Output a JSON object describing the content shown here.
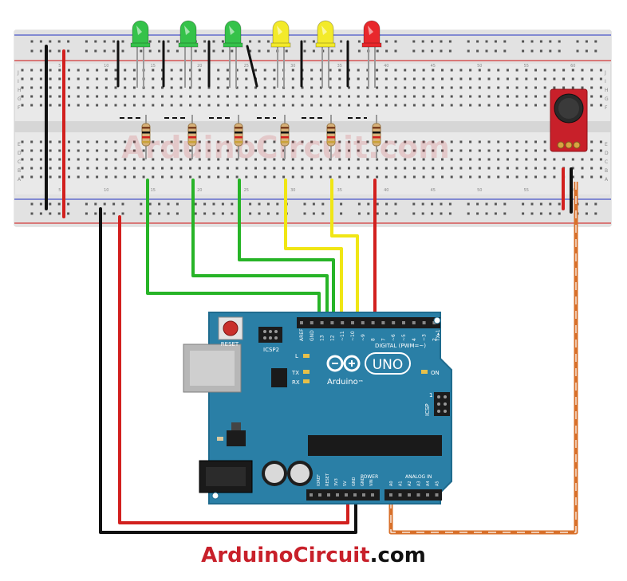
{
  "watermark": "ArduinoCircuit.com",
  "footer": {
    "brand": "ArduinoCircuit",
    "domain": ".com"
  },
  "board": {
    "logo": "UNO",
    "brand": "Arduino",
    "trademark": "™",
    "reset_label": "RESET",
    "icsp2_label": "ICSP2",
    "icsp_label": "ICSP",
    "digital_label": "DIGITAL (PWM=~)",
    "power_label": "POWER",
    "analog_label": "ANALOG IN",
    "on_label": "ON",
    "l_label": "L",
    "tx_label": "TX",
    "rx_label": "RX",
    "txrx_pins": [
      "TX▸1",
      "RX◂0"
    ],
    "digital_pins": [
      "AREF",
      "GND",
      "13",
      "12",
      "~11",
      "~10",
      "~9",
      "8",
      "7",
      "~6",
      "~5",
      "4",
      "~3",
      "2"
    ],
    "power_pins": [
      "IOREF",
      "RESET",
      "3V3",
      "5V",
      "GND",
      "GND",
      "VIN"
    ],
    "analog_pins": [
      "A0",
      "A1",
      "A2",
      "A3",
      "A4",
      "A5"
    ],
    "icsp_pin": "1",
    "colors": {
      "pcb": "#2a7fa6",
      "pcb_edge": "#1f6b8e",
      "silk": "#ffffff"
    }
  },
  "breadboard": {
    "row_letters": [
      "J",
      "I",
      "H",
      "G",
      "F",
      "E",
      "D",
      "C",
      "B",
      "A"
    ],
    "column_numbers": [
      "5",
      "10",
      "15",
      "20",
      "25",
      "30",
      "35",
      "40",
      "45",
      "50",
      "55",
      "60"
    ]
  },
  "leds": [
    {
      "color": "green",
      "hex": "#35c24a"
    },
    {
      "color": "green",
      "hex": "#35c24a"
    },
    {
      "color": "green",
      "hex": "#35c24a"
    },
    {
      "color": "yellow",
      "hex": "#f3ea2a"
    },
    {
      "color": "yellow",
      "hex": "#f3ea2a"
    },
    {
      "color": "red",
      "hex": "#e8282c"
    }
  ],
  "wire_colors": {
    "green": "#27b427",
    "yellow": "#f0e614",
    "red": "#d2201e",
    "black": "#111111",
    "orange": "#d8702a"
  },
  "sensor": {
    "name": "sound-sensor-module",
    "color": "#c8202a"
  }
}
